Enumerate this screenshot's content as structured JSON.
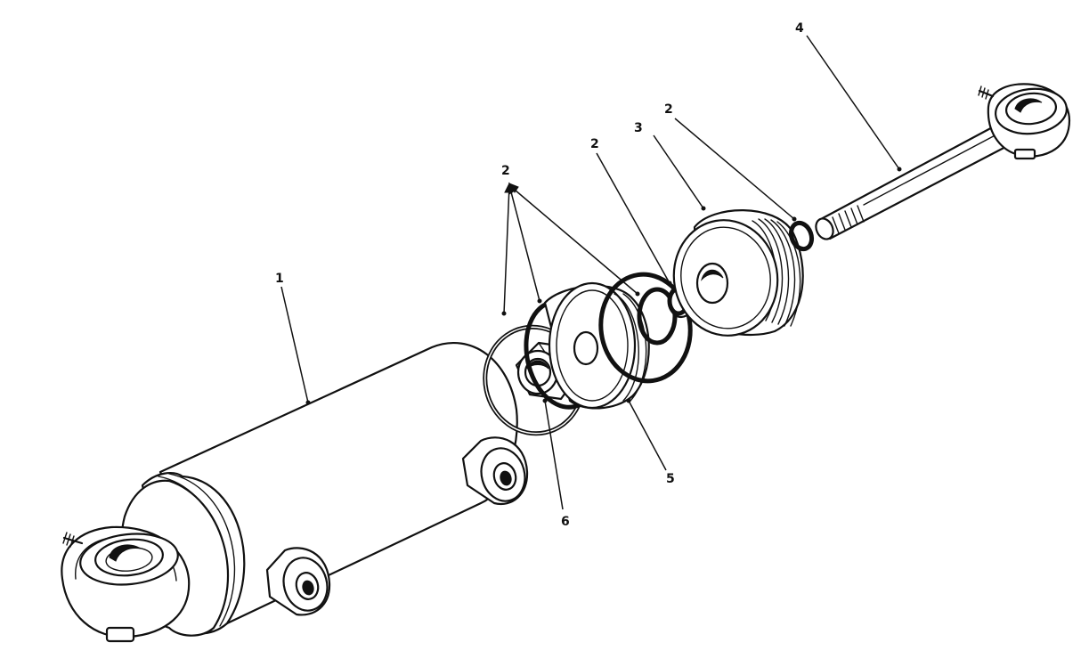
{
  "callouts": {
    "c1": "1",
    "c2_group": "2",
    "c2_mid": "2",
    "c2_right": "2",
    "c3": "3",
    "c4": "4",
    "c5": "5",
    "c6": "6"
  }
}
